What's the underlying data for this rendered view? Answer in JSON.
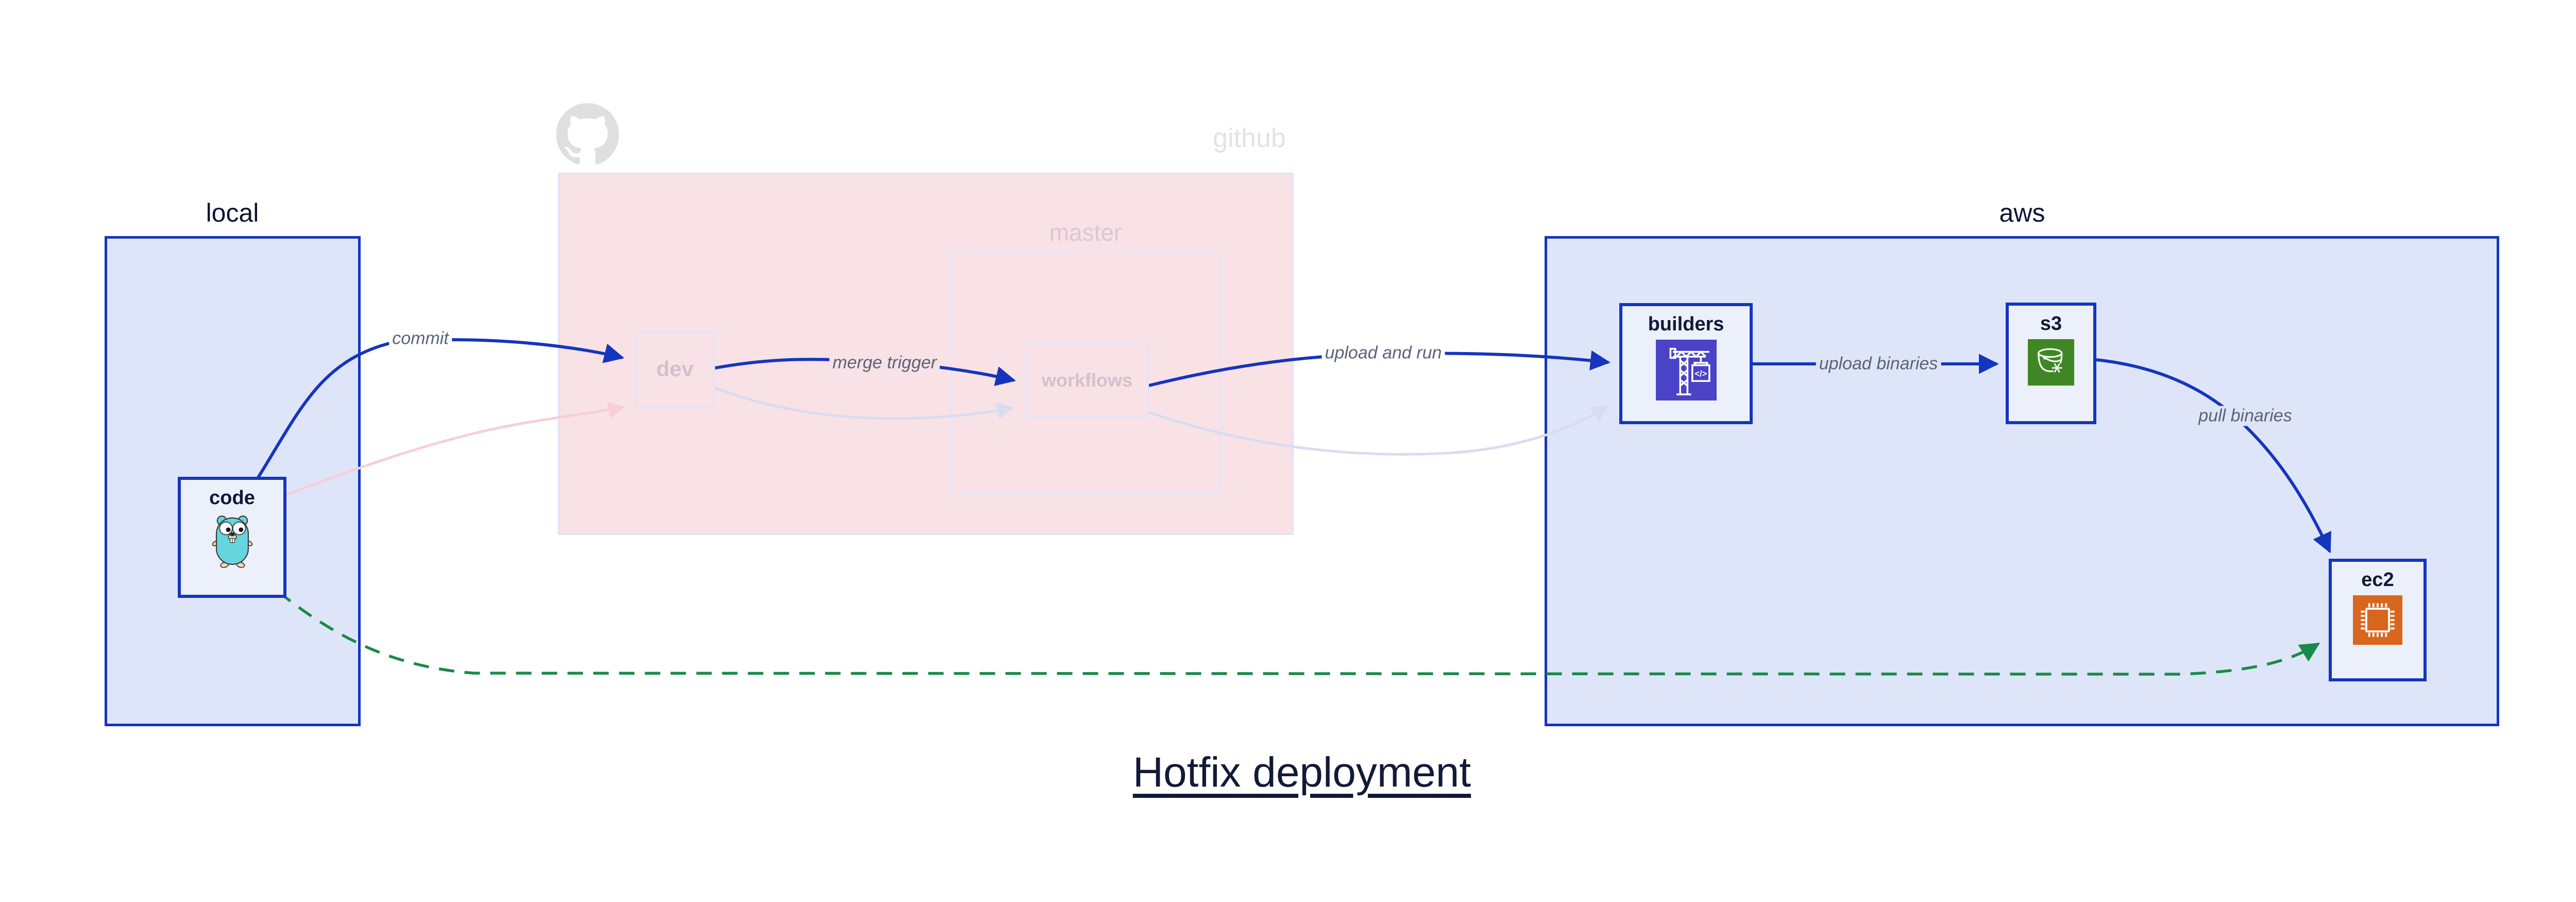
{
  "diagram_title": "Hotfix deployment",
  "groups": {
    "local": {
      "label": "local"
    },
    "github": {
      "label": "github",
      "master": {
        "label": "master"
      }
    },
    "aws": {
      "label": "aws"
    }
  },
  "nodes": {
    "code": {
      "label": "code",
      "icon": "go-gopher-icon"
    },
    "dev": {
      "label": "dev"
    },
    "workflows": {
      "label": "workflows"
    },
    "builders": {
      "label": "builders",
      "icon": "aws-codebuild-icon"
    },
    "s3": {
      "label": "s3",
      "icon": "aws-s3-glacier-icon"
    },
    "ec2": {
      "label": "ec2",
      "icon": "aws-ec2-icon"
    }
  },
  "watermarks": {
    "github_logo": "octocat-icon"
  },
  "edges": [
    {
      "id": "commit",
      "label": "commit",
      "from": "code",
      "to": "dev",
      "style": "solid-blue"
    },
    {
      "id": "merge-trigger",
      "label": "merge trigger",
      "from": "dev",
      "to": "workflows",
      "style": "solid-blue"
    },
    {
      "id": "upload-and-run",
      "label": "upload and run",
      "from": "workflows",
      "to": "builders",
      "style": "solid-blue"
    },
    {
      "id": "upload-binaries",
      "label": "upload binaries",
      "from": "builders",
      "to": "s3",
      "style": "solid-blue"
    },
    {
      "id": "pull-binaries",
      "label": "pull binaries",
      "from": "s3",
      "to": "ec2",
      "style": "solid-blue"
    },
    {
      "id": "code-dev-faded",
      "label": "",
      "from": "code",
      "to": "dev",
      "style": "faded-pink"
    },
    {
      "id": "dev-workflows-faded",
      "label": "",
      "from": "dev",
      "to": "workflows",
      "style": "faded-lavender"
    },
    {
      "id": "workflows-builders-faded",
      "label": "",
      "from": "workflows",
      "to": "builders",
      "style": "faded-lavender"
    },
    {
      "id": "hotfix-direct-deploy",
      "label": "",
      "from": "code",
      "to": "ec2",
      "style": "dashed-green"
    }
  ],
  "colors": {
    "strong_blue": "#1535bd",
    "group_fill_blue": "#dee5f8",
    "node_fill": "#ecf0fb",
    "github_fill_pink": "#f8e2e6",
    "faded_border_lavender": "#e7e3f3",
    "faded_pink_edge": "#f5cfd9",
    "faded_lavender_edge": "#d9dcf1",
    "green_dashed": "#1a8a4a",
    "edge_label_gray": "#5a6378",
    "dark_navy_text": "#111936",
    "faded_label_mauve": "#d2c1cc",
    "github_label_gray": "#e3e3e6",
    "codebuild_indigo": "#4a42c7",
    "s3_glacier_green": "#3f8724",
    "ec2_orange": "#d9661d",
    "gopher_teal": "#66d6de"
  }
}
